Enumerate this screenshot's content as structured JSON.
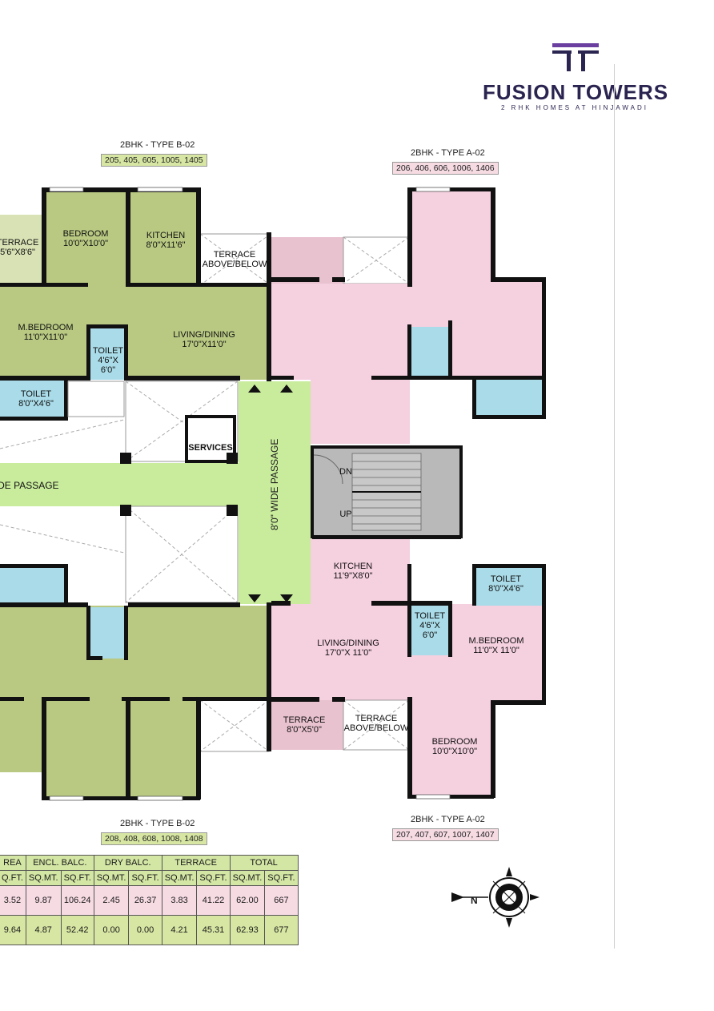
{
  "brand": {
    "name": "FUSION TOWERS",
    "tagline": "2 RHK HOMES AT HINJAWADI",
    "color": "#2a2450",
    "logo_accent": "#6a3fa0"
  },
  "units": {
    "b02_top": {
      "type": "2BHK - TYPE B-02",
      "flats": "205, 405, 605, 1005, 1405"
    },
    "a02_top": {
      "type": "2BHK - TYPE A-02",
      "flats": "206, 406, 606, 1006, 1406"
    },
    "b02_bottom": {
      "type": "2BHK - TYPE B-02",
      "flats": "208, 408, 608, 1008, 1408"
    },
    "a02_bottom": {
      "type": "2BHK - TYPE A-02",
      "flats": "207, 407, 607, 1007, 1407"
    }
  },
  "rooms": {
    "terrace_tl": {
      "name": "TERRACE",
      "size": "5'6\"X8'6\""
    },
    "bedroom_tl": {
      "name": "BEDROOM",
      "size": "10'0\"X10'0\""
    },
    "kitchen_tl": {
      "name": "KITCHEN",
      "size": "8'0\"X11'6\""
    },
    "terrace_ab_top": {
      "name": "TERRACE",
      "size": "ABOVE/BELOW"
    },
    "mbedroom_tl": {
      "name": "M.BEDROOM",
      "size": "11'0\"X11'0\""
    },
    "toilet_small_tl": {
      "name": "TOILET",
      "size": "4'6\"X",
      "size2": "6'0\""
    },
    "living_tl": {
      "name": "LIVING/DINING",
      "size": "17'0\"X11'0\""
    },
    "toilet_tl": {
      "name": "TOILET",
      "size": "8'0\"X4'6\""
    },
    "services": {
      "name": "SERVICES"
    },
    "passage_h": {
      "name": "WIDE PASSAGE"
    },
    "passage_v": {
      "name": "8'0\" WIDE PASSAGE"
    },
    "stair_dn": {
      "name": "DN"
    },
    "stair_up": {
      "name": "UP"
    },
    "kitchen_br": {
      "name": "KITCHEN",
      "size": "11'9\"X8'0\""
    },
    "toilet_br": {
      "name": "TOILET",
      "size": "8'0\"X4'6\""
    },
    "toilet_small_br": {
      "name": "TOILET",
      "size": "4'6\"X",
      "size2": "6'0\""
    },
    "living_br": {
      "name": "LIVING/DINING",
      "size": "17'0\"X 11'0\""
    },
    "mbedroom_br": {
      "name": "M.BEDROOM",
      "size": "11'0\"X 11'0\""
    },
    "terrace_br": {
      "name": "TERRACE",
      "size": "8'0\"X5'0\""
    },
    "terrace_ab_bottom": {
      "name": "TERRACE",
      "size": "ABOVE/BELOW"
    },
    "bedroom_br": {
      "name": "BEDROOM",
      "size": "10'0\"X10'0\""
    }
  },
  "area_table": {
    "headers": [
      "REA",
      "ENCL. BALC.",
      "DRY BALC.",
      "TERRACE",
      "TOTAL"
    ],
    "subheaders": [
      "Q.FT.",
      "SQ.MT.",
      "SQ.FT.",
      "SQ.MT.",
      "SQ.FT.",
      "SQ.MT.",
      "SQ.FT.",
      "SQ.MT.",
      "SQ.FT."
    ],
    "rows": [
      [
        "3.52",
        "9.87",
        "106.24",
        "2.45",
        "26.37",
        "3.83",
        "41.22",
        "62.00",
        "667"
      ],
      [
        "9.64",
        "4.87",
        "52.42",
        "0.00",
        "0.00",
        "4.21",
        "45.31",
        "62.93",
        "677"
      ]
    ]
  },
  "compass": {
    "north": "N"
  },
  "colors": {
    "unit_b_green": "#b9c982",
    "unit_a_pink": "#f5d0df",
    "passage_green": "#c9ec9c",
    "toilet_blue": "#a9dbe8",
    "stair_gray": "#b9b9b9",
    "wall": "#111111"
  }
}
